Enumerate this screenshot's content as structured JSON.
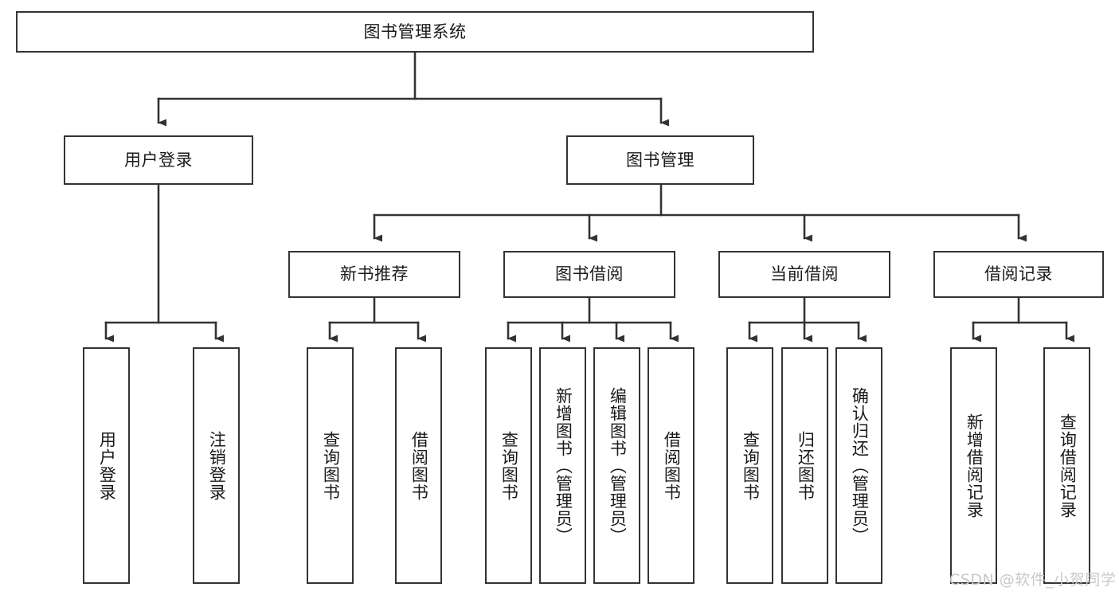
{
  "diagram": {
    "type": "tree-hierarchy",
    "title": "图书管理系统",
    "colors": {
      "box_border": "#333333",
      "box_fill": "#ffffff",
      "edge": "#333333",
      "text": "#1a1a1a",
      "background": "#ffffff",
      "watermark": "#c9c9c9"
    },
    "root": {
      "id": "root",
      "label": "图书管理系统"
    },
    "level2": [
      {
        "id": "n-user-login",
        "label": "用户登录"
      },
      {
        "id": "n-book-mgmt",
        "label": "图书管理"
      }
    ],
    "level3": [
      {
        "id": "n-new-book-rec",
        "label": "新书推荐",
        "parent": "n-book-mgmt"
      },
      {
        "id": "n-book-borrow",
        "label": "图书借阅",
        "parent": "n-book-mgmt"
      },
      {
        "id": "n-current-borrow",
        "label": "当前借阅",
        "parent": "n-book-mgmt"
      },
      {
        "id": "n-borrow-record",
        "label": "借阅记录",
        "parent": "n-book-mgmt"
      }
    ],
    "leaves": [
      {
        "id": "l-user-login",
        "label": "用户登录",
        "parent": "n-user-login"
      },
      {
        "id": "l-user-logout",
        "label": "注销登录",
        "parent": "n-user-login"
      },
      {
        "id": "l-rec-query",
        "label": "查询图书",
        "parent": "n-new-book-rec"
      },
      {
        "id": "l-rec-borrow",
        "label": "借阅图书",
        "parent": "n-new-book-rec"
      },
      {
        "id": "l-bb-query",
        "label": "查询图书",
        "parent": "n-book-borrow"
      },
      {
        "id": "l-bb-add",
        "label": "新增图书（管理员）",
        "parent": "n-book-borrow"
      },
      {
        "id": "l-bb-edit",
        "label": "编辑图书（管理员）",
        "parent": "n-book-borrow"
      },
      {
        "id": "l-bb-borrow",
        "label": "借阅图书",
        "parent": "n-book-borrow"
      },
      {
        "id": "l-cb-query",
        "label": "查询图书",
        "parent": "n-current-borrow"
      },
      {
        "id": "l-cb-return",
        "label": "归还图书",
        "parent": "n-current-borrow"
      },
      {
        "id": "l-cb-confirm",
        "label": "确认归还（管理员）",
        "parent": "n-current-borrow"
      },
      {
        "id": "l-br-add",
        "label": "新增借阅记录",
        "parent": "n-borrow-record"
      },
      {
        "id": "l-br-query",
        "label": "查询借阅记录",
        "parent": "n-borrow-record"
      }
    ]
  },
  "watermark": {
    "text": "CSDN @软件_小贺同学"
  }
}
